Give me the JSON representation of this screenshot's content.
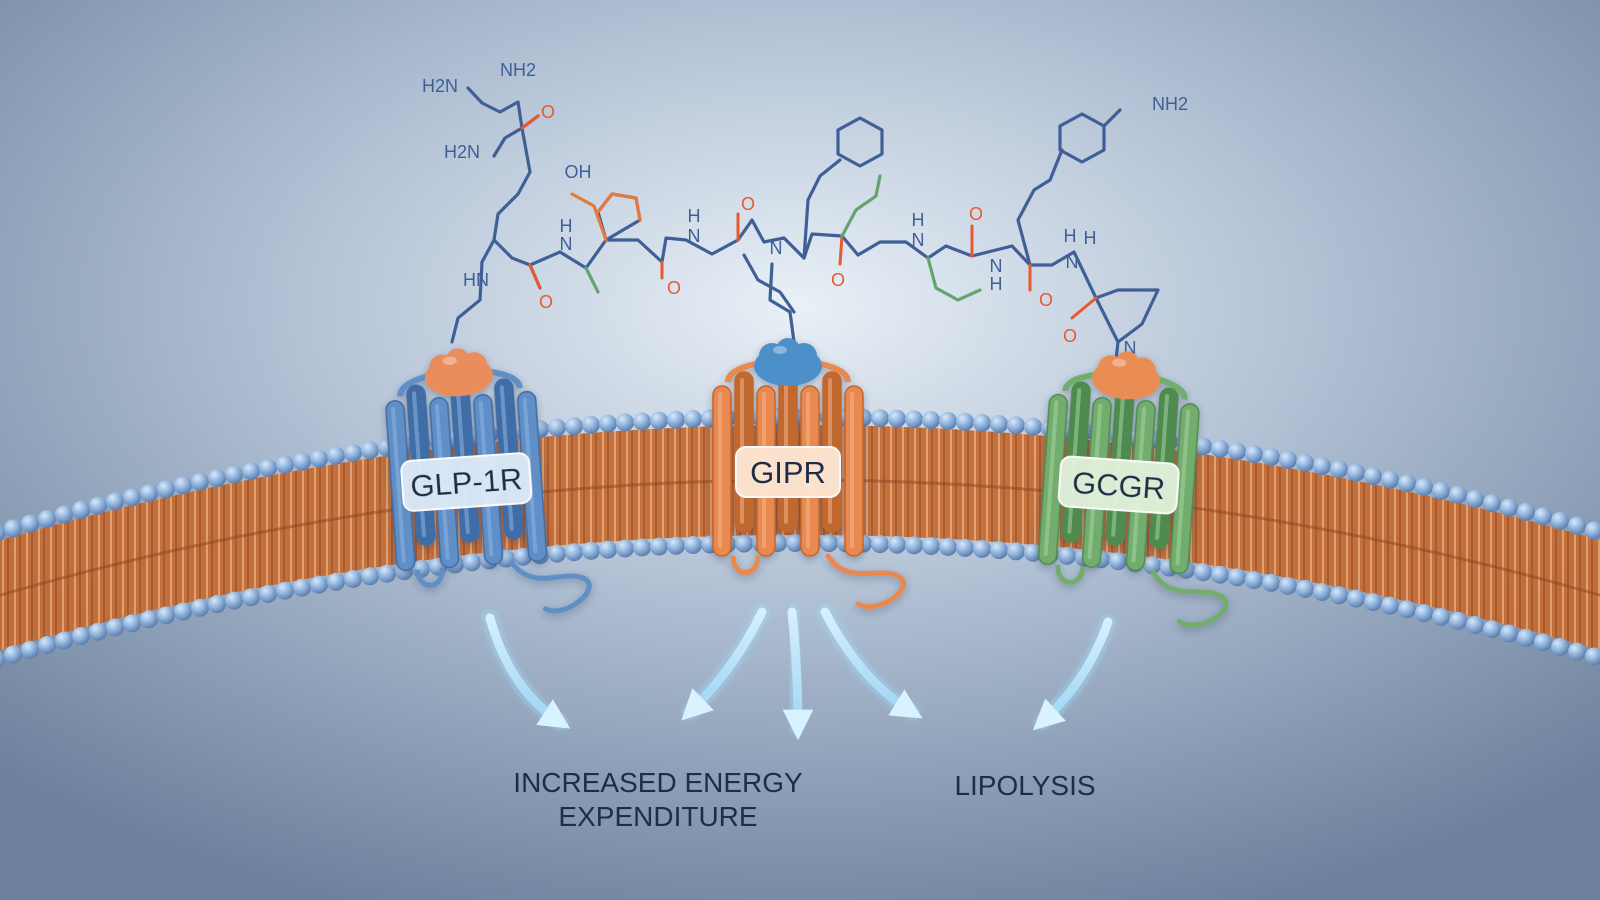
{
  "chemical": {
    "atoms": [
      "H2N",
      "NH2",
      "H2N",
      "O",
      "OH",
      "HN",
      "H",
      "N",
      "O",
      "H",
      "N",
      "O",
      "O",
      "N",
      "O",
      "H",
      "N",
      "O",
      "H",
      "N",
      "H",
      "O",
      "H",
      "N",
      "O",
      "N",
      "NH2"
    ]
  },
  "receptors": [
    {
      "label": "GLP-1R",
      "color": "#5f8fc6",
      "ligand_color": "#e98d5d"
    },
    {
      "label": "GIPR",
      "color": "#e98950",
      "ligand_color": "#4e8fc8"
    },
    {
      "label": "GCGR",
      "color": "#72ad6e",
      "ligand_color": "#e98d55"
    }
  ],
  "outcomes": {
    "left": [
      "INCREASED ENERGY",
      "EXPENDITURE"
    ],
    "right": "LIPOLYSIS"
  },
  "colors": {
    "background": "#7d90aa",
    "membrane_head": "#8fb3dc",
    "membrane_tail": "#c9733e",
    "arrow": "#bfe6fb",
    "molecule_backbone": "#3f5f96",
    "oxygen": "#e7592f",
    "accent_orange": "#e37b3e",
    "accent_green": "#63a56d"
  }
}
